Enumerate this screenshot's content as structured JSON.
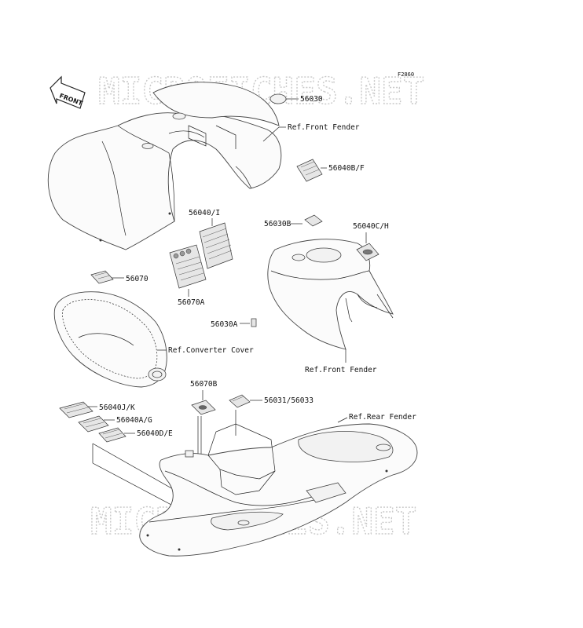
{
  "diagram_code": "F2860",
  "front_arrow": "FRONT",
  "watermark": "MICROFICHES.NET",
  "labels": {
    "p56030": "56030",
    "ref_front_fender_top": "Ref.Front Fender",
    "p56040bf": "56040B/F",
    "p56040i": "56040/I",
    "p56070a": "56070A",
    "p56030b": "56030B",
    "p56040ch": "56040C/H",
    "p56070": "56070",
    "p56030a": "56030A",
    "ref_converter_cover": "Ref.Converter Cover",
    "ref_front_fender_mid": "Ref.Front Fender",
    "p56070b": "56070B",
    "p56031_56033": "56031/56033",
    "ref_rear_fender": "Ref.Rear Fender",
    "p56040jk": "56040J/K",
    "p56040ag": "56040A/G",
    "p56040de": "56040D/E"
  }
}
